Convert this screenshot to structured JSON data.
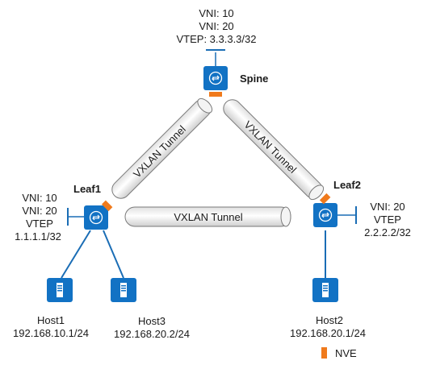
{
  "spine": {
    "name": "Spine",
    "vni_lines": [
      "VNI: 10",
      "VNI: 20"
    ],
    "vtep_line": "VTEP: 3.3.3.3/32"
  },
  "leaf1": {
    "name": "Leaf1",
    "vni_lines": [
      "VNI: 10",
      "VNI: 20"
    ],
    "vtep_label": "VTEP",
    "vtep_ip": "1.1.1.1/32"
  },
  "leaf2": {
    "name": "Leaf2",
    "vni_lines": [
      "VNI: 20"
    ],
    "vtep_label": "VTEP",
    "vtep_ip": "2.2.2.2/32"
  },
  "tunnels": {
    "spine_leaf1": "VXLAN Tunnel",
    "spine_leaf2": "VXLAN Tunnel",
    "leaf1_leaf2": "VXLAN Tunnel"
  },
  "hosts": [
    {
      "name": "Host1",
      "ip": "192.168.10.1/24"
    },
    {
      "name": "Host3",
      "ip": "192.168.20.2/24"
    },
    {
      "name": "Host2",
      "ip": "192.168.20.1/24"
    }
  ],
  "legend": {
    "nve_label": "NVE"
  },
  "colors": {
    "device_blue": "#1272c4",
    "link_blue": "#1a6db5",
    "nve_orange": "#f07a1c",
    "tunnel_fill": "#f2f2f2",
    "tunnel_stroke": "#7a7a7a"
  }
}
